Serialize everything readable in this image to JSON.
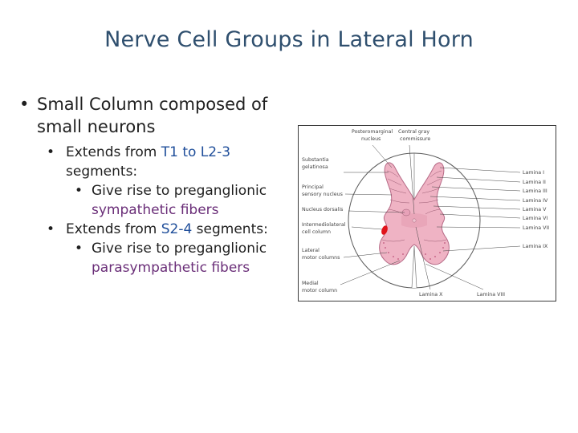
{
  "slide": {
    "title": "Nerve Cell Groups in Lateral Horn",
    "bullet1": {
      "text": "Small Column composed of small neurons"
    },
    "sub1": {
      "prefix": "Extends from ",
      "highlight": "T1 to L2-3",
      "suffix": " segments:"
    },
    "sub1_child": {
      "prefix": "Give rise to preganglionic ",
      "highlight": "sympathetic fibers"
    },
    "sub2": {
      "prefix": "Extends from ",
      "highlight": "S2-4",
      "suffix": " segments:"
    },
    "sub2_child": {
      "prefix": "Give rise to preganglionic ",
      "highlight": "parasympathetic fibers"
    }
  },
  "figure": {
    "labels_top": {
      "posteromarginal": [
        "Posteromarginal",
        "nucleus"
      ],
      "central_gray": [
        "Central gray",
        "commissure"
      ]
    },
    "labels_left": {
      "substantia": [
        "Substantia",
        "gelatinosa"
      ],
      "principal": [
        "Principal",
        "sensory nucleus"
      ],
      "dorsalis": [
        "Nucleus dorsalis"
      ],
      "intermediolateral": [
        "Intermediolateral",
        "cell column"
      ],
      "lateral_motor": [
        "Lateral",
        "motor columns"
      ],
      "medial_motor": [
        "Medial",
        "motor column"
      ]
    },
    "laminae": [
      "Lamina I",
      "Lamina II",
      "Lamina III",
      "Lamina IV",
      "Lamina V",
      "Lamina VI",
      "Lamina VII",
      "Lamina IX"
    ],
    "bottom": {
      "lamina_x": "Lamina X",
      "lamina_viii": "Lamina VIII"
    },
    "colors": {
      "gray_matter": "#efb3c4",
      "highlight": "#e0141c",
      "outline": "#5a5a5a"
    }
  }
}
